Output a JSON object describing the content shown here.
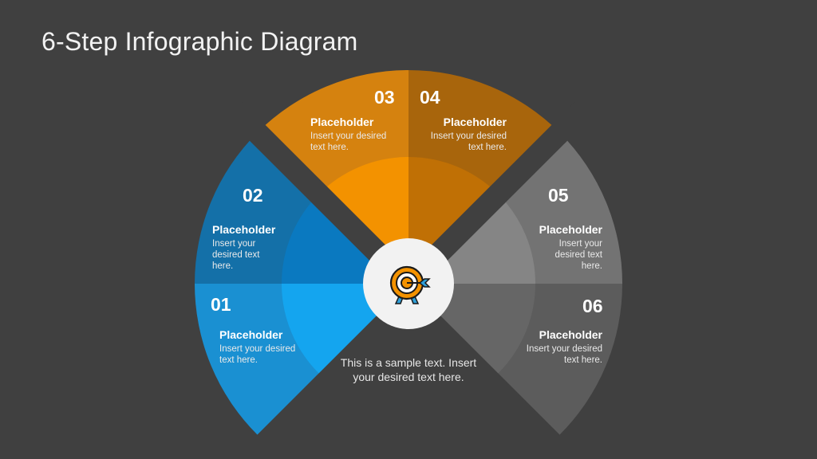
{
  "title": "6-Step Infographic Diagram",
  "center_icon": "target-arrow-icon",
  "center_text": "This is a sample text. Insert your desired text here.",
  "steps": [
    {
      "number": "01",
      "heading": "Placeholder",
      "text": "Insert your desired text here.",
      "outer_color": "#1a90d2",
      "inner_color": "#14a5ef"
    },
    {
      "number": "02",
      "heading": "Placeholder",
      "text": "Insert your desired text here.",
      "outer_color": "#1470a8",
      "inner_color": "#0a79c0"
    },
    {
      "number": "03",
      "heading": "Placeholder",
      "text": "Insert your desired text here.",
      "outer_color": "#d5820f",
      "inner_color": "#f39200"
    },
    {
      "number": "04",
      "heading": "Placeholder",
      "text": "Insert your desired text here.",
      "outer_color": "#a8650c",
      "inner_color": "#c07005"
    },
    {
      "number": "05",
      "heading": "Placeholder",
      "text": "Insert your desired text here.",
      "outer_color": "#737373",
      "inner_color": "#858585"
    },
    {
      "number": "06",
      "heading": "Placeholder",
      "text": "Insert your desired text here.",
      "outer_color": "#5c5c5c",
      "inner_color": "#666666"
    }
  ],
  "colors": {
    "background": "#404040",
    "hub": "#f2f2f2"
  }
}
